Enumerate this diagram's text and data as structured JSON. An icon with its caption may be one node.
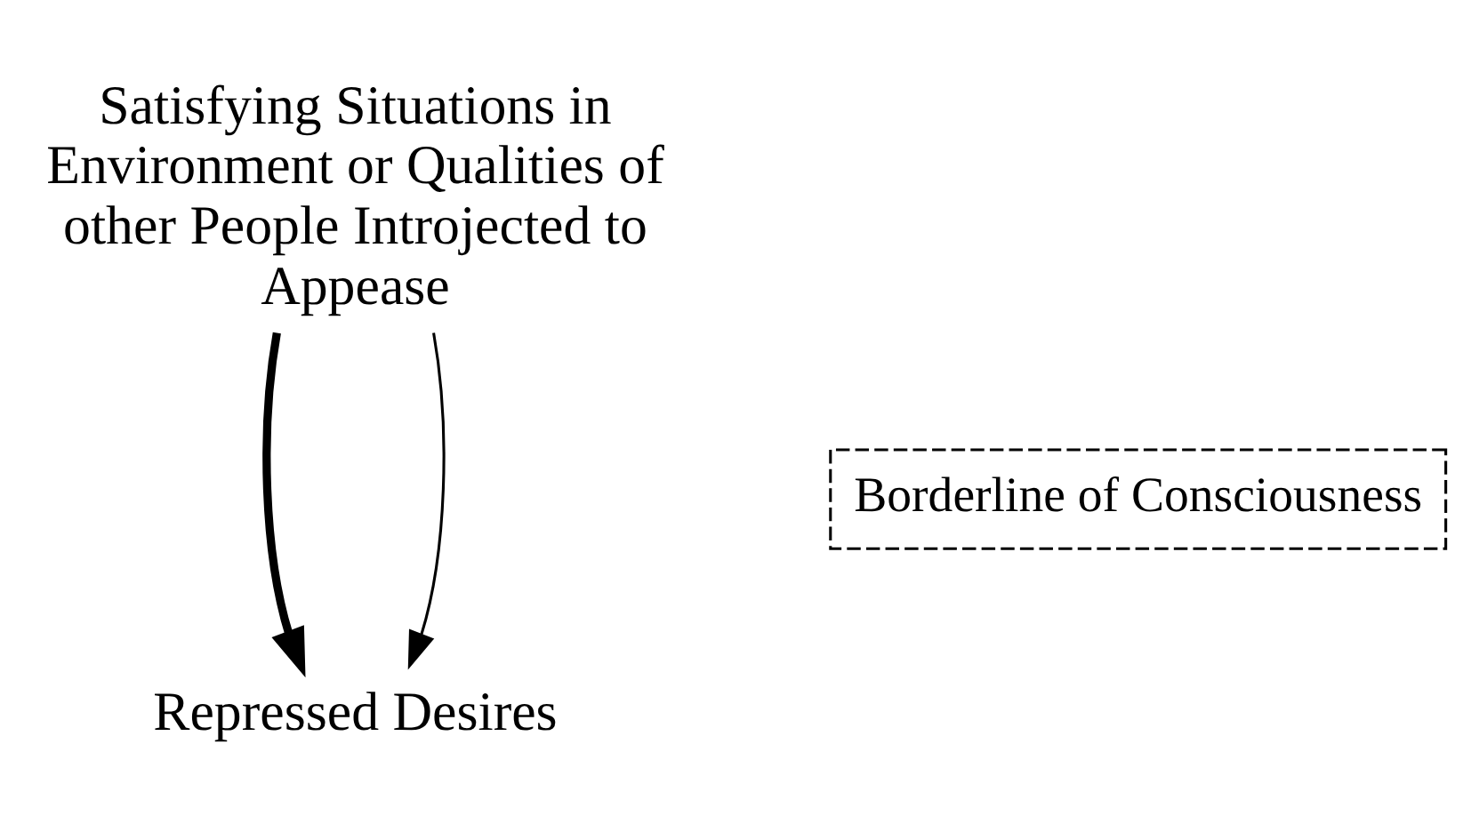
{
  "diagram": {
    "nodes": [
      {
        "text": [
          "Satisfying Situations in Environment or Qualities of other People Introjected to Appease"
        ]
      },
      {
        "text": [
          "Repressed Desires"
        ]
      }
    ],
    "edges": [
      {
        "from": 0,
        "to": 1,
        "arrow": "to",
        "style": "thick"
      },
      {
        "from": 0,
        "to": 1,
        "arrow": "to"
      }
    ],
    "labels": [
      "Borderline of Consciousness"
    ]
  }
}
